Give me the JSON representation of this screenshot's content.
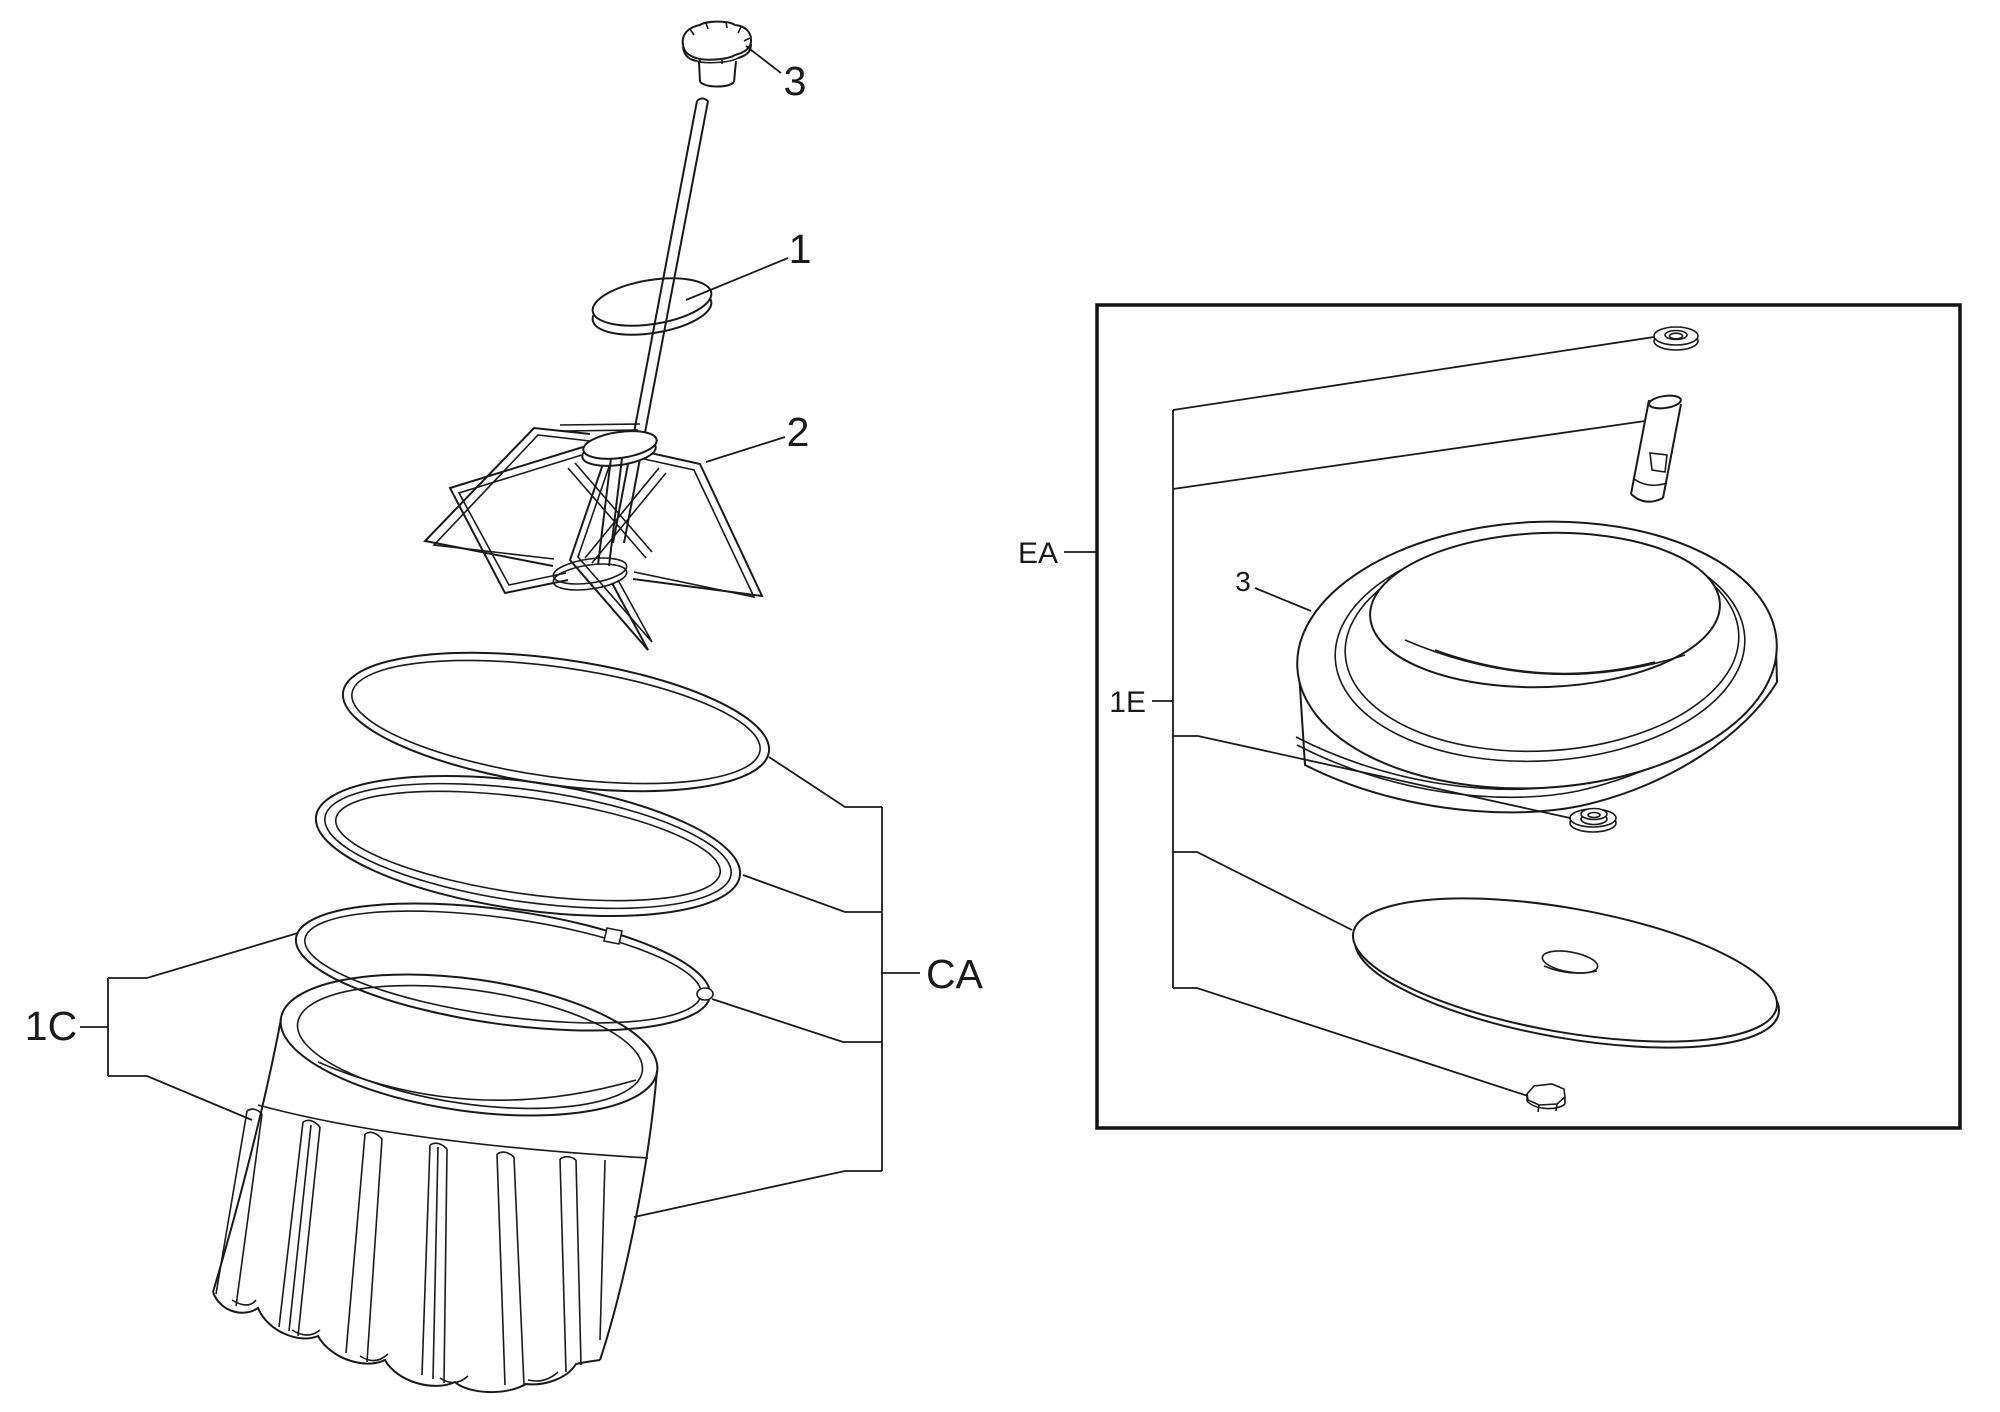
{
  "figure": {
    "background": "#ffffff",
    "line_color": "#1a1a1a"
  },
  "callouts": {
    "knob": "3",
    "shaft_collar": "1",
    "agitator": "2",
    "container_group": "1C",
    "cover_assembly_group": "CA",
    "detail_box_group": "EA",
    "detail_subgroup": "1E",
    "detail_ring": "3"
  }
}
